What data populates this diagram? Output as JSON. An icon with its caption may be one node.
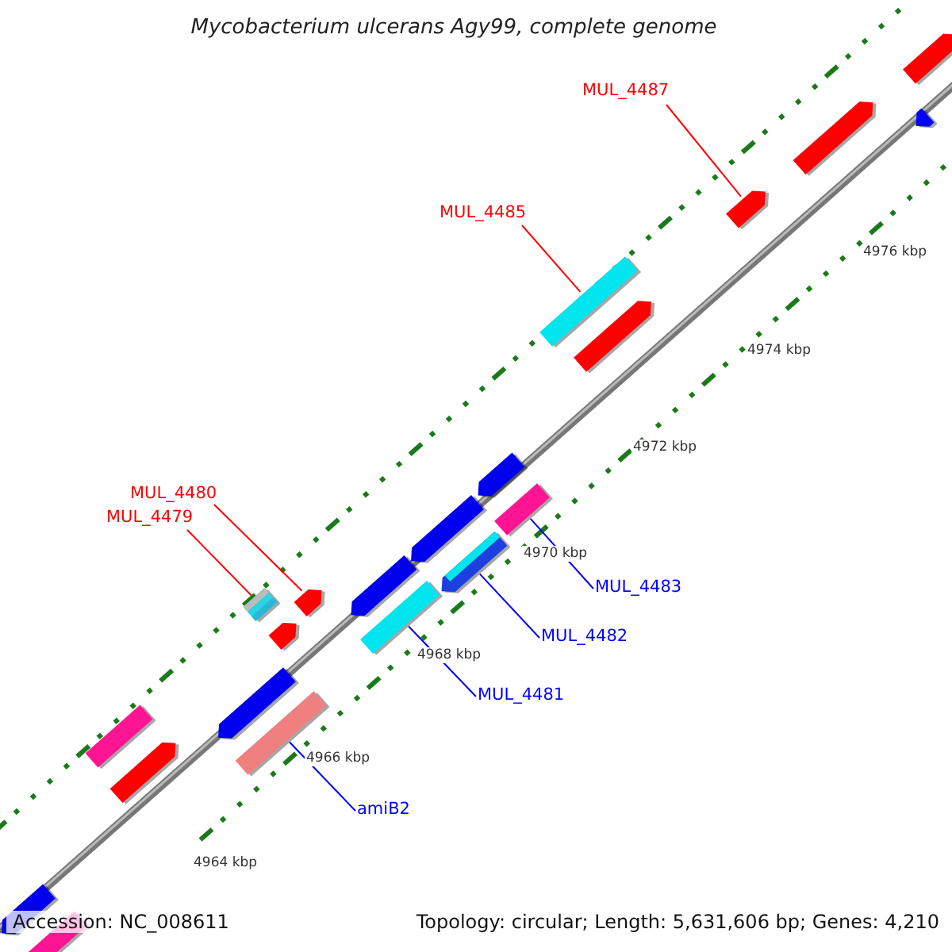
{
  "diagram": {
    "title": "Mycobacterium ulcerans Agy99, complete genome",
    "nodes": [
      {
        "text": [],
        "shape": "bar"
      },
      {
        "text": [
          "MUL_4487"
        ]
      },
      {
        "text": [],
        "shape": "bar"
      },
      {
        "text": [],
        "shape": "bar"
      },
      {
        "text": [],
        "shape": "bar"
      },
      {
        "text": [
          "MUL_4485"
        ]
      },
      {
        "text": [],
        "shape": "bar"
      },
      {
        "text": [],
        "shape": "bar"
      },
      {
        "text": [],
        "shape": "bar"
      },
      {
        "text": [
          "MUL_4480"
        ]
      },
      {
        "text": [],
        "shape": "bar"
      },
      {
        "text": [
          "MUL_4479"
        ]
      },
      {
        "text": [],
        "shape": "bar"
      },
      {
        "text": [],
        "shape": "bar"
      },
      {
        "text": [
          "MUL_4483"
        ]
      },
      {
        "text": [],
        "shape": "bar"
      },
      {
        "text": [],
        "shape": "bar"
      },
      {
        "text": [],
        "shape": "bar"
      },
      {
        "text": [],
        "shape": "bar"
      },
      {
        "text": [],
        "shape": "bar"
      },
      {
        "text": [
          "MUL_4482"
        ]
      },
      {
        "text": [
          "MUL_4481"
        ]
      },
      {
        "text": [],
        "shape": "bar"
      },
      {
        "text": [],
        "shape": "bar"
      },
      {
        "text": [],
        "shape": "bar"
      },
      {
        "text": [],
        "shape": "bar"
      },
      {
        "text": [
          "amiB2"
        ]
      },
      {
        "text": [],
        "shape": "bar"
      },
      {
        "text": [],
        "shape": "bar"
      }
    ],
    "edges": [
      {
        "from": 1,
        "to": 4,
        "arrow": "none",
        "color": "#ff0000"
      },
      {
        "from": 5,
        "to": 6,
        "arrow": "none",
        "color": "#ff0000"
      },
      {
        "from": 9,
        "to": 16,
        "arrow": "none",
        "color": "#ff0000"
      },
      {
        "from": 11,
        "to": 17,
        "arrow": "none",
        "color": "#ff0000"
      },
      {
        "from": 14,
        "to": 10,
        "arrow": "none",
        "color": "#0000ff"
      },
      {
        "from": 20,
        "to": 13,
        "arrow": "none",
        "color": "#0000ff"
      },
      {
        "from": 21,
        "to": 18,
        "arrow": "none",
        "color": "#0000ff"
      },
      {
        "from": 26,
        "to": 23,
        "arrow": "none",
        "color": "#0000ff"
      }
    ],
    "labels": [
      "4976 kbp",
      "4974 kbp",
      "4972 kbp",
      "4970 kbp",
      "4968 kbp",
      "4966 kbp",
      "4964 kbp",
      "Accession: NC_008611",
      "Topology: circular; Length: 5,631,606 bp; Genes: 4,210"
    ]
  }
}
